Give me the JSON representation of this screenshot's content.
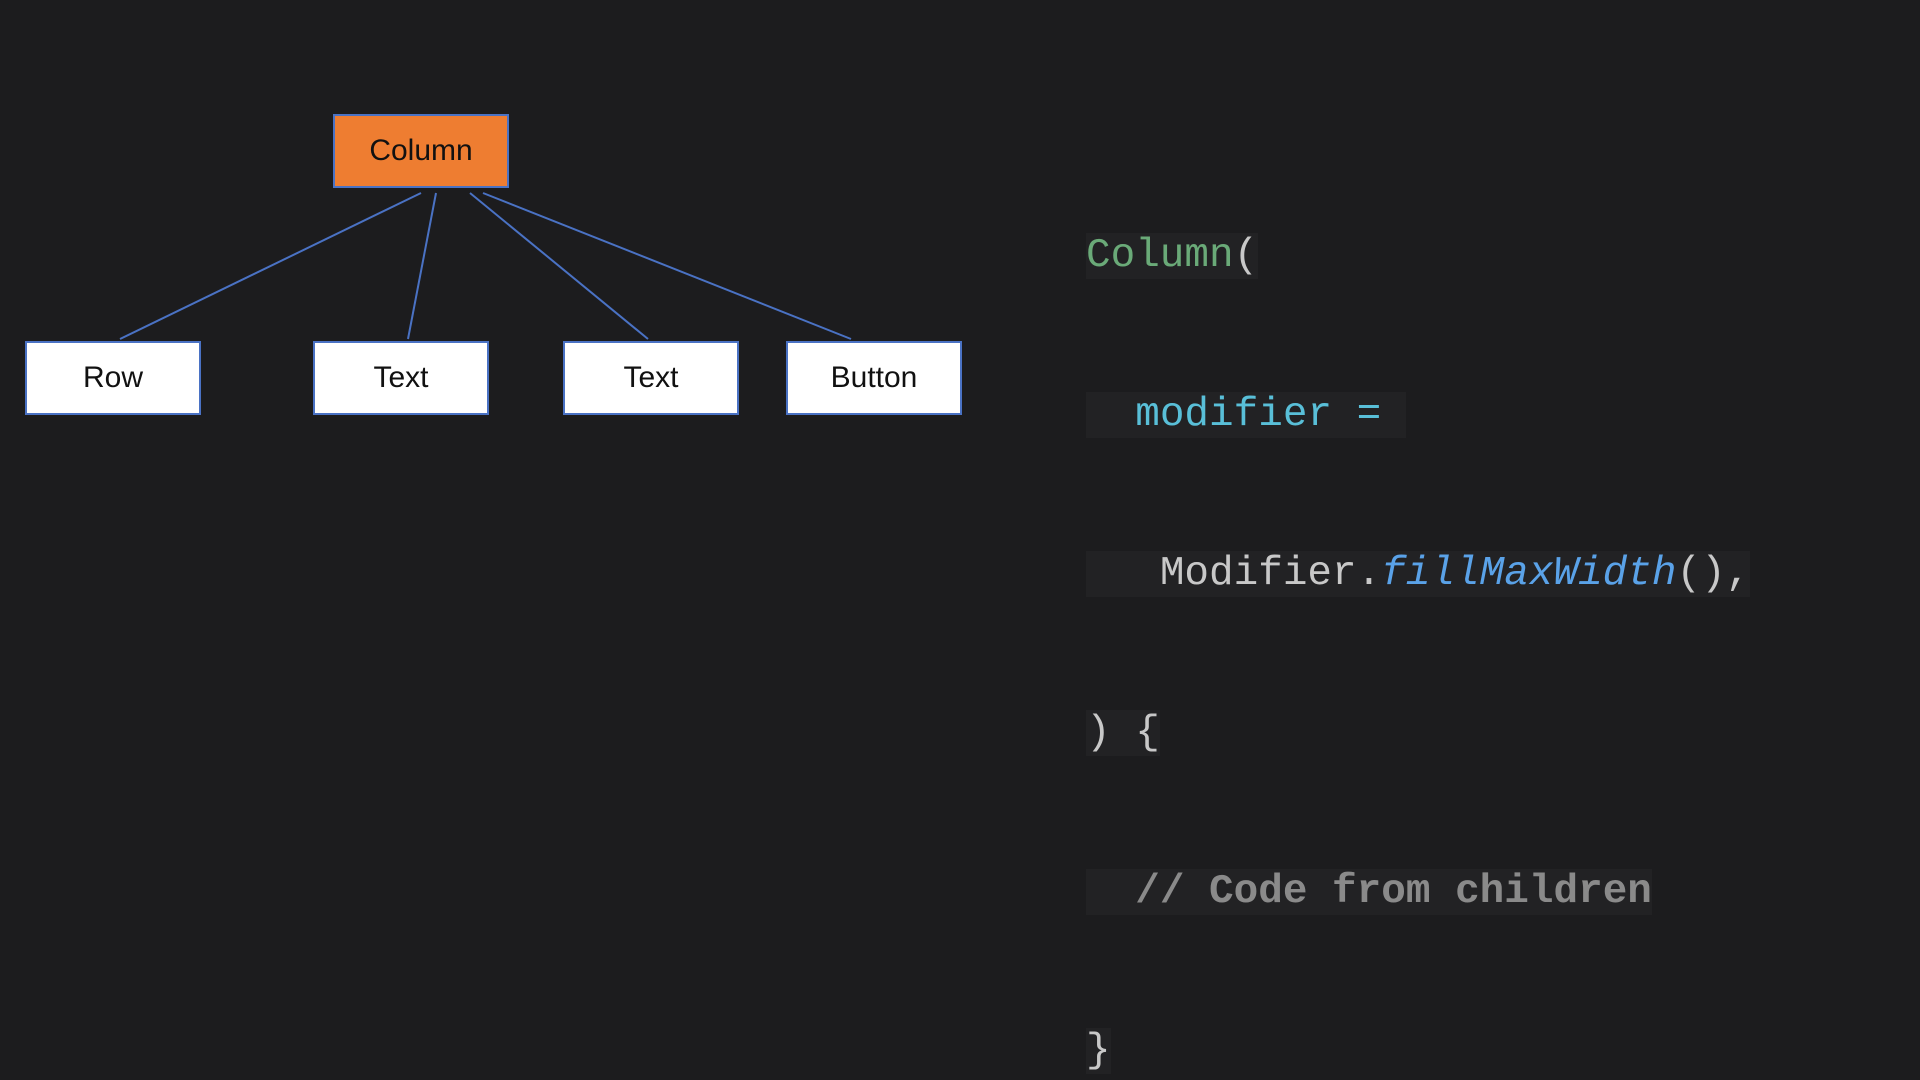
{
  "diagram": {
    "root": {
      "label": "Column",
      "color": "#ee7d31"
    },
    "children": [
      {
        "label": "Row"
      },
      {
        "label": "Text"
      },
      {
        "label": "Text"
      },
      {
        "label": "Button"
      }
    ],
    "connector_color": "#4a72c4"
  },
  "code": {
    "line1": {
      "class_name": "Column",
      "open_paren": "("
    },
    "line2": {
      "indent": "  ",
      "param": "modifier ="
    },
    "line3": {
      "indent": "   ",
      "object": "Modifier.",
      "method": "fillMaxWidth",
      "call": "(),"
    },
    "line4": {
      "text": ") {"
    },
    "line5": {
      "indent": "  ",
      "comment": "// Code from children"
    },
    "line6": {
      "text": "}"
    }
  }
}
